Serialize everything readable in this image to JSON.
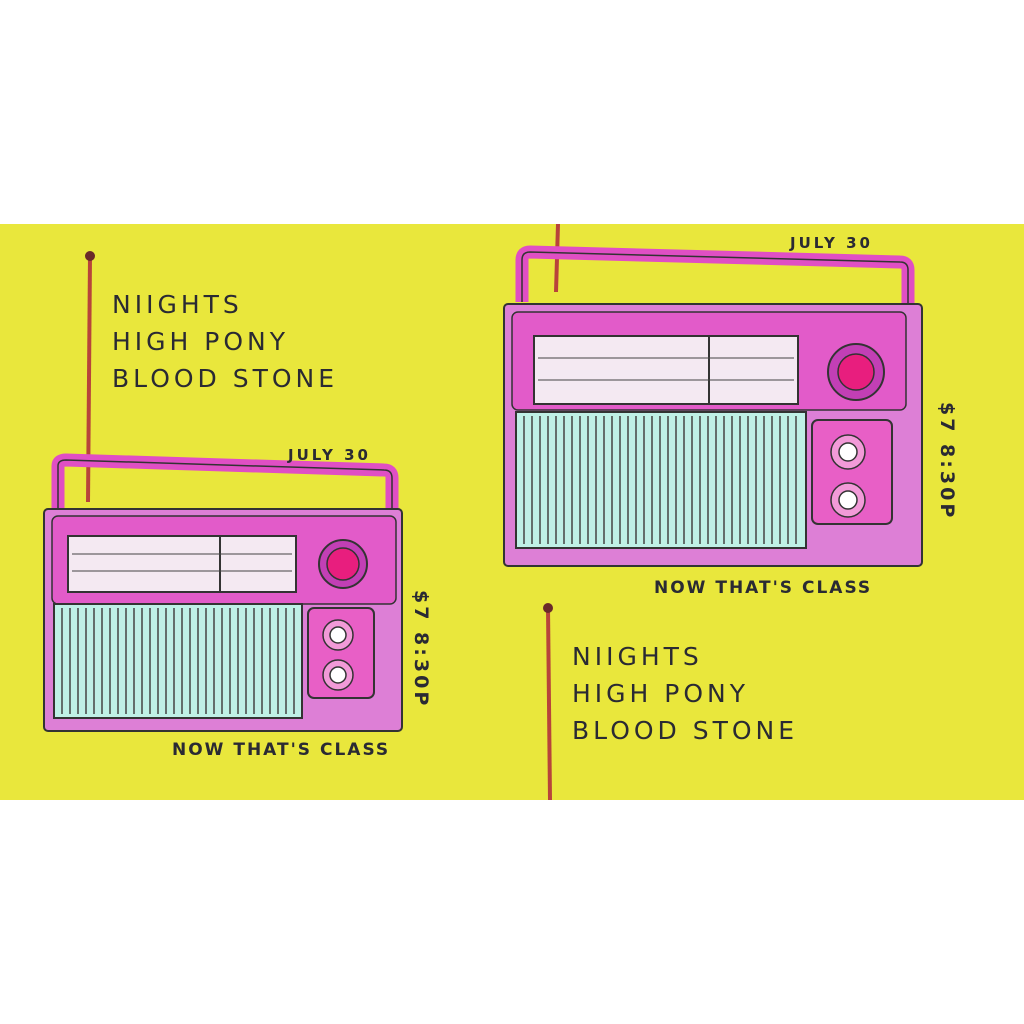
{
  "poster": {
    "colors": {
      "background": "#e9e73c",
      "radio_body": "#dd7fd6",
      "radio_outline": "#c23fb5",
      "speaker_grille": "#bff0e6",
      "tuning_dial": "#f4e9f2",
      "knob": "#e81e7e"
    },
    "panels": [
      {
        "bands": [
          "NIIGHTS",
          "HIGH PONY",
          "BLOOD  STONE"
        ],
        "date": "JULY 30",
        "price_time": "$7  8:30P",
        "tagline": "NOW THAT'S CLASS"
      },
      {
        "bands": [
          "NIIGHTS",
          "HIGH PONY",
          "BLOOD  STONE"
        ],
        "date": "JULY 30",
        "price_time": "$7  8:30P",
        "tagline": "NOW THAT'S CLASS"
      }
    ]
  }
}
